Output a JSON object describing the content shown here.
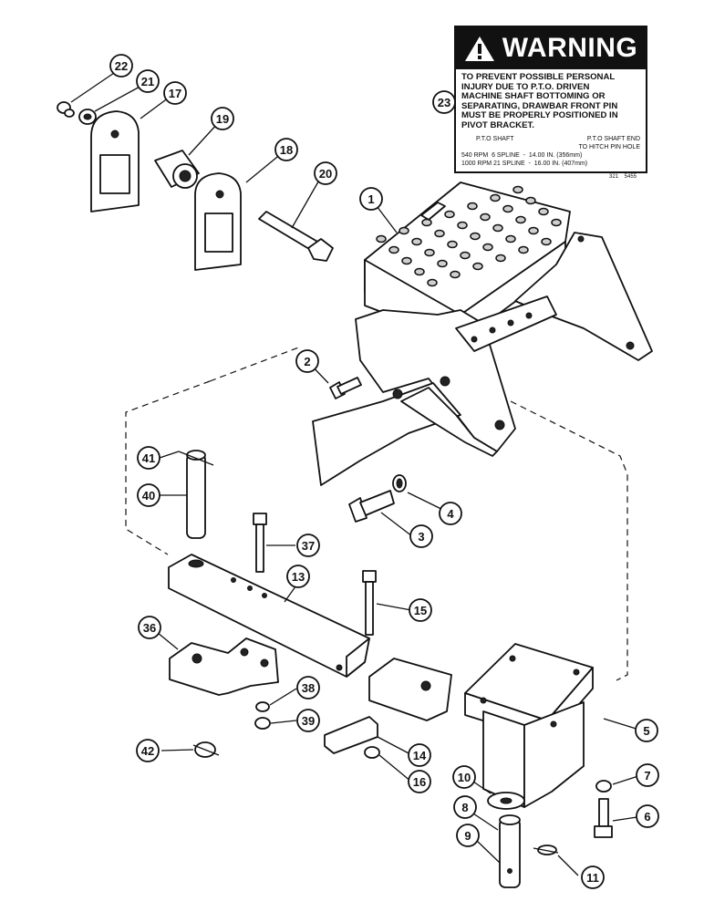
{
  "warning_label": {
    "title": "WARNING",
    "message_lines": [
      "TO PREVENT POSSIBLE PERSONAL",
      "INJURY DUE TO P.T.O. DRIVEN",
      "MACHINE SHAFT BOTTOMING OR",
      "SEPARATING, DRAWBAR FRONT PIN",
      "MUST BE PROPERLY POSITIONED IN",
      "PIVOT BRACKET."
    ],
    "table_header_left": "P.T.O SHAFT",
    "table_header_right_1": "P.T.O SHAFT END",
    "table_header_right_2": "TO HITCH PIN HOLE",
    "table_row_1": "540 RPM  6 SPLINE  -  14.00 IN. (356mm)",
    "table_row_2": "1000 RPM 21 SPLINE  -  16.00 IN. (407mm)",
    "part_code": "321    5455"
  },
  "callouts": [
    {
      "id": "c1",
      "label": "1"
    },
    {
      "id": "c2",
      "label": "2"
    },
    {
      "id": "c3",
      "label": "3"
    },
    {
      "id": "c4",
      "label": "4"
    },
    {
      "id": "c5",
      "label": "5"
    },
    {
      "id": "c6",
      "label": "6"
    },
    {
      "id": "c7",
      "label": "7"
    },
    {
      "id": "c8",
      "label": "8"
    },
    {
      "id": "c9",
      "label": "9"
    },
    {
      "id": "c10",
      "label": "10"
    },
    {
      "id": "c11",
      "label": "11"
    },
    {
      "id": "c13",
      "label": "13"
    },
    {
      "id": "c14",
      "label": "14"
    },
    {
      "id": "c15",
      "label": "15"
    },
    {
      "id": "c16",
      "label": "16"
    },
    {
      "id": "c17",
      "label": "17"
    },
    {
      "id": "c18",
      "label": "18"
    },
    {
      "id": "c19",
      "label": "19"
    },
    {
      "id": "c20",
      "label": "20"
    },
    {
      "id": "c21",
      "label": "21"
    },
    {
      "id": "c22",
      "label": "22"
    },
    {
      "id": "c23",
      "label": "23"
    },
    {
      "id": "c36",
      "label": "36"
    },
    {
      "id": "c37",
      "label": "37"
    },
    {
      "id": "c38",
      "label": "38"
    },
    {
      "id": "c39",
      "label": "39"
    },
    {
      "id": "c40",
      "label": "40"
    },
    {
      "id": "c41",
      "label": "41"
    },
    {
      "id": "c42",
      "label": "42"
    }
  ]
}
